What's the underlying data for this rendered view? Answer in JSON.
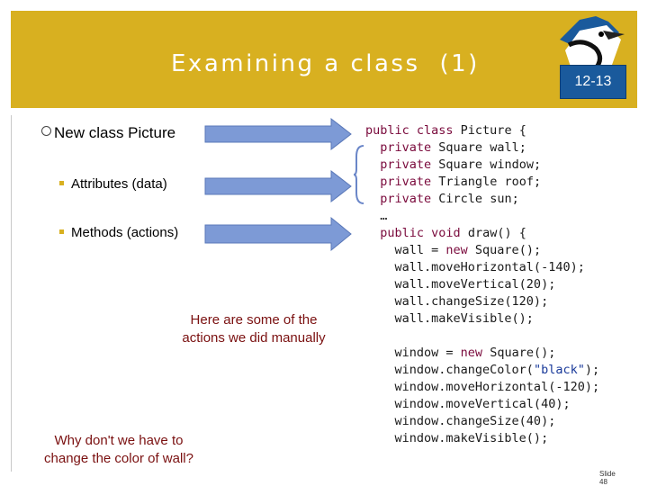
{
  "header": {
    "title": "Examining a class",
    "title_suffix": "(1)",
    "slide_number": "12-13",
    "logo_icon": "bluejay-bird-icon",
    "accent": "#d8b020",
    "box_color": "#1a5a9c"
  },
  "left": {
    "main_bullet": "New class Picture",
    "attributes": "Attributes  (data)",
    "methods": "Methods  (actions)",
    "note_manual": [
      "Here are some of the",
      "actions we did manually"
    ],
    "question": [
      "Why don't we have to",
      "change the color of wall?"
    ]
  },
  "code": {
    "lines": [
      [
        {
          "k": "public class "
        },
        {
          "t": "Picture {"
        }
      ],
      [
        {
          "t": "  "
        },
        {
          "k": "private "
        },
        {
          "t": "Square wall;"
        }
      ],
      [
        {
          "t": "  "
        },
        {
          "k": "private "
        },
        {
          "t": "Square window;"
        }
      ],
      [
        {
          "t": "  "
        },
        {
          "k": "private "
        },
        {
          "t": "Triangle roof;"
        }
      ],
      [
        {
          "t": "  "
        },
        {
          "k": "private "
        },
        {
          "t": "Circle sun;"
        }
      ],
      [
        {
          "t": "  …"
        }
      ],
      [
        {
          "t": "  "
        },
        {
          "k": "public void "
        },
        {
          "t": "draw() {"
        }
      ],
      [
        {
          "t": "    wall = "
        },
        {
          "k": "new "
        },
        {
          "t": "Square();"
        }
      ],
      [
        {
          "t": "    wall.moveHorizontal(-140);"
        }
      ],
      [
        {
          "t": "    wall.moveVertical(20);"
        }
      ],
      [
        {
          "t": "    wall.changeSize(120);"
        }
      ],
      [
        {
          "t": "    wall.makeVisible();"
        }
      ],
      [
        {
          "t": ""
        }
      ],
      [
        {
          "t": "    window = "
        },
        {
          "k": "new "
        },
        {
          "t": "Square();"
        }
      ],
      [
        {
          "t": "    window.changeColor("
        },
        {
          "s": "\"black\""
        },
        {
          "t": ");"
        }
      ],
      [
        {
          "t": "    window.moveHorizontal(-120);"
        }
      ],
      [
        {
          "t": "    window.moveVertical(40);"
        }
      ],
      [
        {
          "t": "    window.changeSize(40);"
        }
      ],
      [
        {
          "t": "    window.makeVisible();"
        }
      ]
    ]
  },
  "footer": {
    "slide_label": "Slide",
    "slide_value": "48"
  }
}
